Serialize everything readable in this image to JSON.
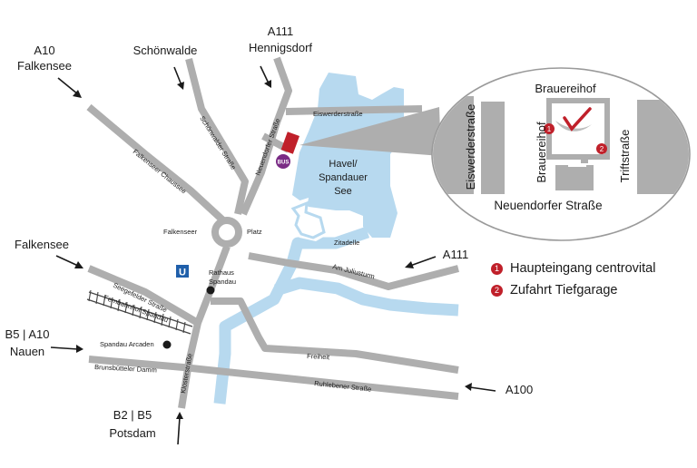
{
  "labels": {
    "a10_top": "A10",
    "falkensee_top": "Falkensee",
    "schoenwalde": "Schönwalde",
    "a111_top": "A111",
    "hennigsdorf": "Hennigsdorf",
    "falkensee_mid": "Falkensee",
    "a111_right": "A111",
    "b5_a10": "B5 | A10",
    "nauen": "Nauen",
    "a100": "A100",
    "b2_b5": "B2 | B5",
    "potsdam": "Potsdam"
  },
  "streets": {
    "eiswerderstrasse": "Eiswerderstraße",
    "schoenwalder_strasse": "Schönwalder Straße",
    "neuendorfer_strasse": "Neuendorfer Straße",
    "falkenseer_chaussee": "Falkenseer Chaussee",
    "falkenseer": "Falkenseer",
    "platz": "Platz",
    "seegefelder_strasse": "Seegefelder Straße",
    "fernbahnhof_spandau": "Fernbahnhof Spandau",
    "spandau_arcaden": "Spandau Arcaden",
    "brunsbuetteler_damm": "Brunsbütteler Damm",
    "klosterstrasse": "Klosterstraße",
    "freiheit": "Freiheit",
    "ruhlebener_strasse": "Ruhlebener Straße",
    "am_juliusturm": "Am Juliusturm",
    "zitadelle": "Zitadelle",
    "rathaus_line1": "Rathaus",
    "rathaus_line2": "Spandau"
  },
  "water": {
    "line1": "Havel/",
    "line2": "Spandauer",
    "line3": "See"
  },
  "markers": {
    "bus": "BUS",
    "ubahn": "U"
  },
  "inset": {
    "brauereihof_top": "Brauereihof",
    "brauereihof_vertical": "Brauereihof",
    "eiswerderstrasse": "Eiswerderstraße",
    "triftstrasse": "Triftstraße",
    "neuendorfer_strasse": "Neuendorfer Straße",
    "marker1": "1",
    "marker2": "2"
  },
  "legend": [
    {
      "num": "1",
      "text": "Haupteingang centrovital"
    },
    {
      "num": "2",
      "text": "Zufahrt Tiefgarage"
    }
  ],
  "colors": {
    "road": "#aeaeae",
    "water": "#b7d9ef",
    "accent_red": "#c0202a",
    "bus_purple": "#7a2b85",
    "ubahn_blue": "#1f5faa"
  }
}
